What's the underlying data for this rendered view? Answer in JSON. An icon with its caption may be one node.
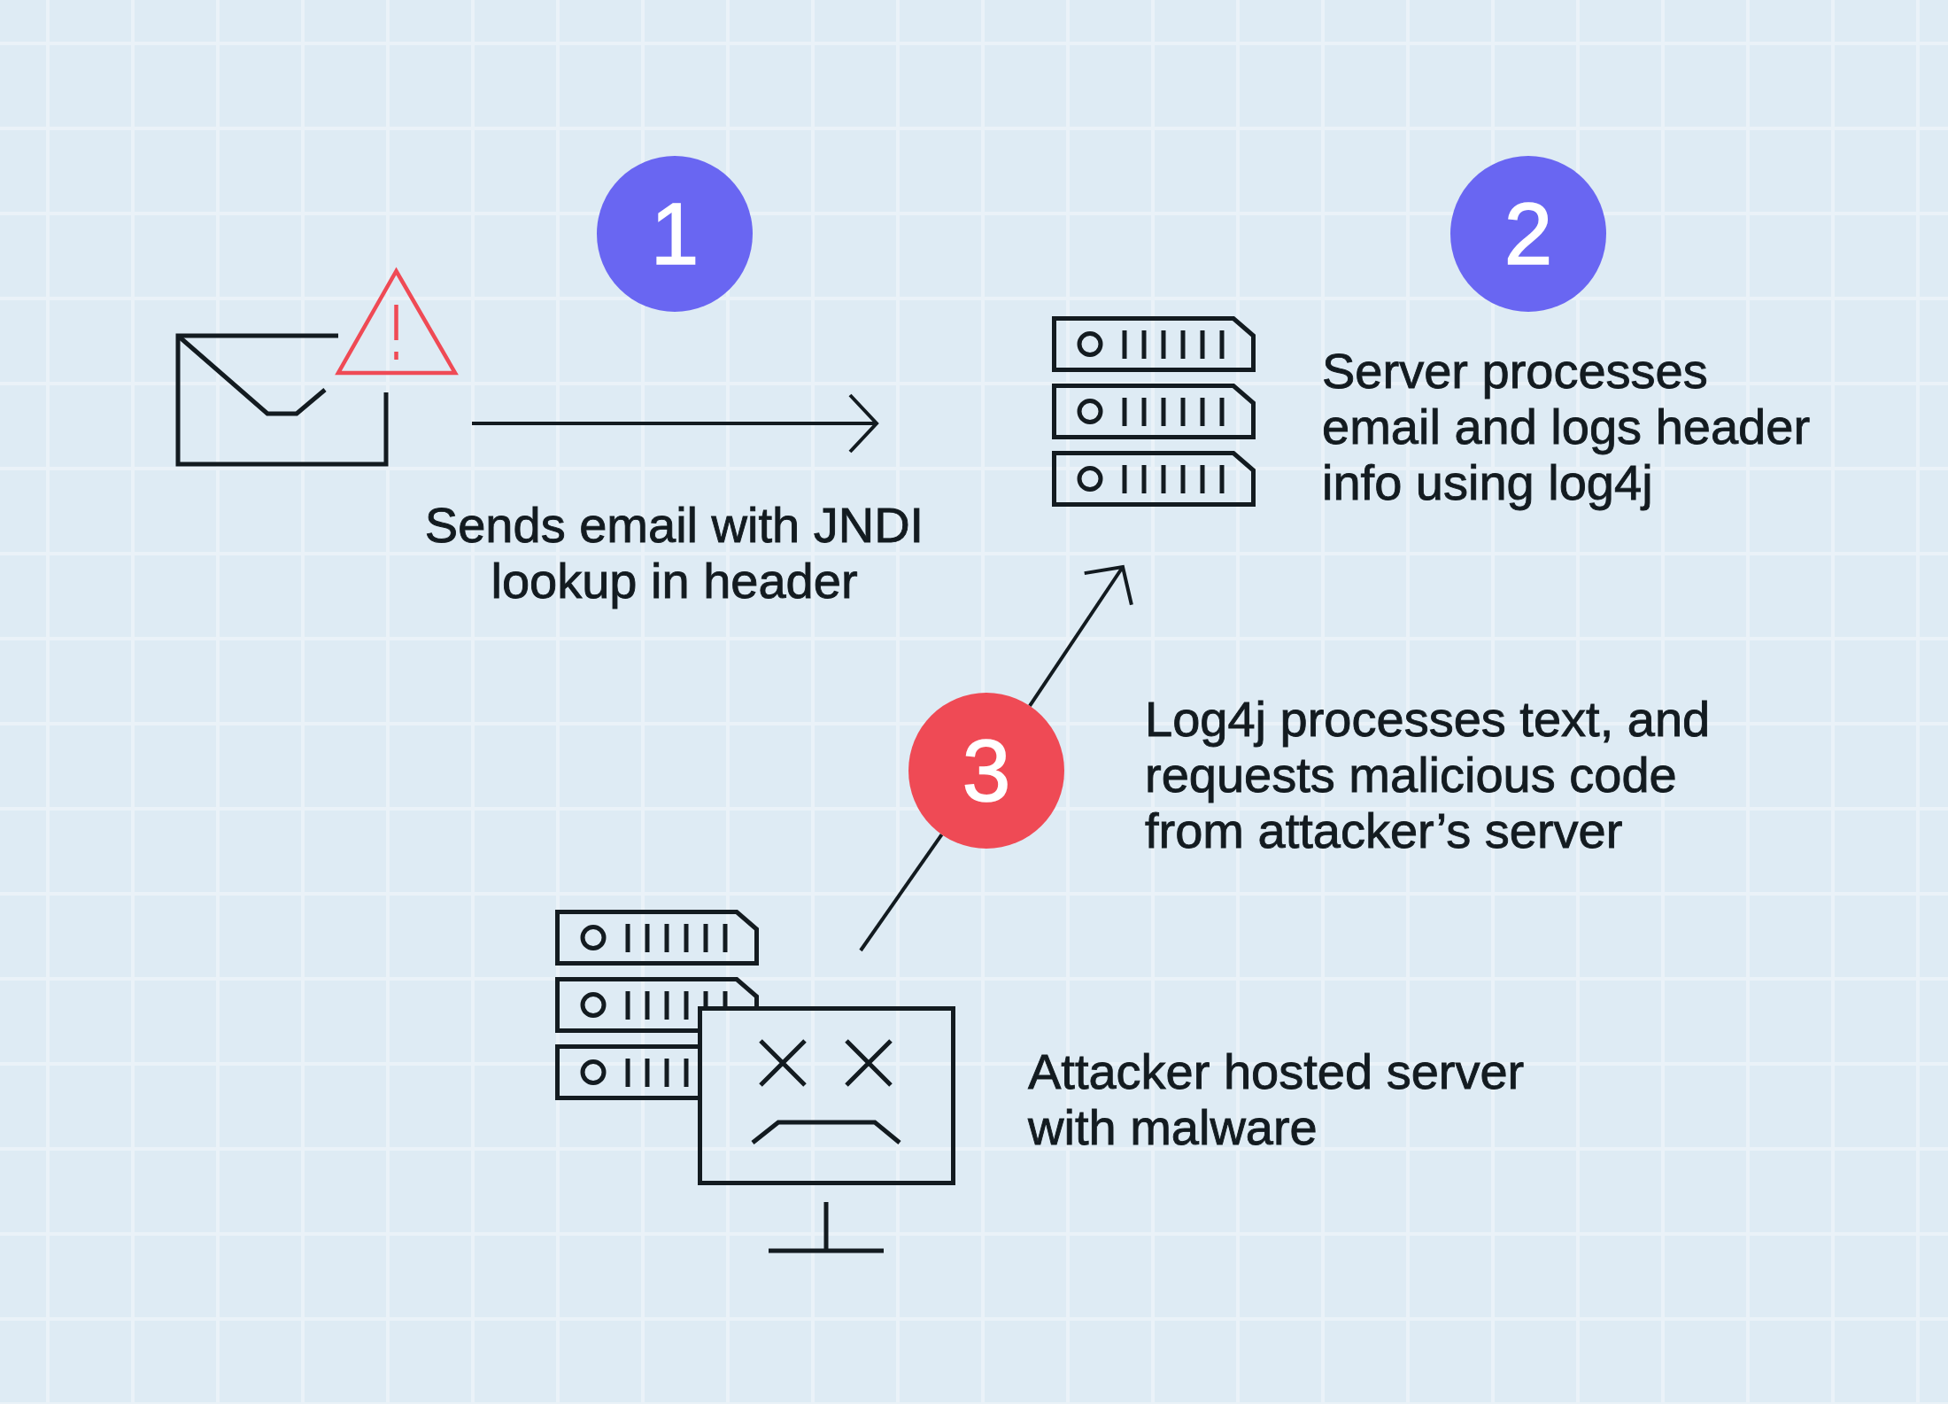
{
  "diagram": {
    "nodes": [
      {
        "text": [
          "1"
        ]
      },
      {
        "text": [],
        "shape": "picture"
      },
      {
        "text": [
          "2"
        ]
      },
      {
        "text": [],
        "shape": "picture",
        "beside": [
          "Server processes email and logs header info using log4j"
        ]
      },
      {
        "text": [
          "3"
        ],
        "beside": [
          "Log4j processes text, and requests malicious code from attacker’s server"
        ]
      },
      {
        "text": [],
        "shape": "picture",
        "beside": [
          "Attacker hosted server with malware"
        ]
      }
    ],
    "edges": [
      {
        "from": 1,
        "to": null,
        "arrow": "to",
        "label": "Sends email with JNDI lookup in header"
      },
      {
        "from": 5,
        "to": 4,
        "arrow": "none"
      },
      {
        "from": 4,
        "to": 3,
        "arrow": "to"
      }
    ]
  }
}
